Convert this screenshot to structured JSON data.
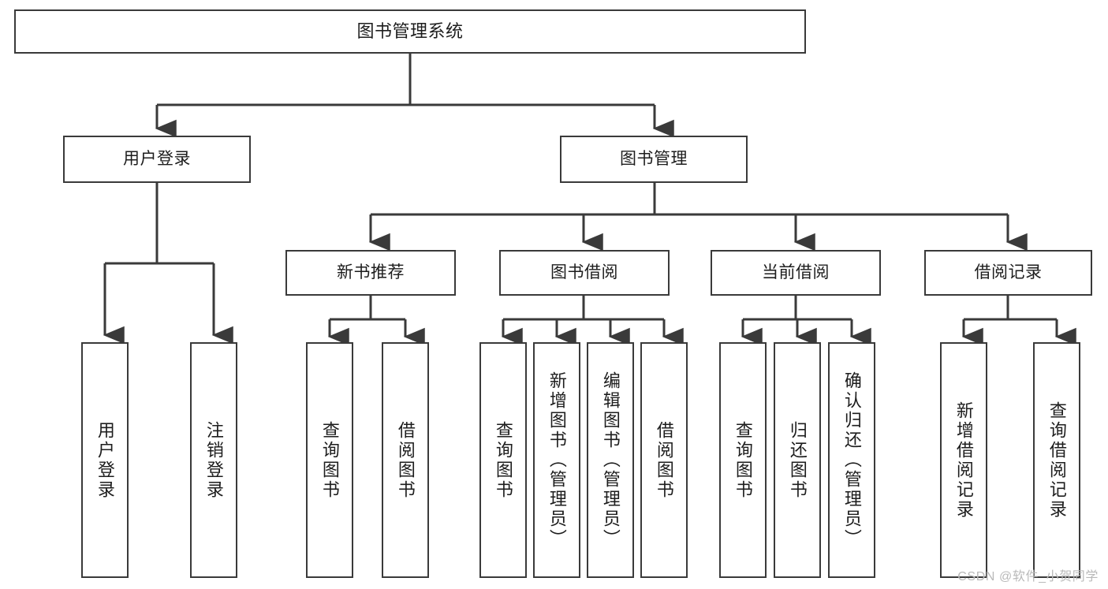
{
  "diagram": {
    "title": "图书管理系统",
    "watermark": "CSDN @软件_小贺同学",
    "colors": {
      "stroke": "#3a3a3a",
      "box_fill": "#ffffff",
      "text": "#1d1d1d",
      "watermark": "#b9b9b9",
      "background": "#ffffff"
    },
    "root": {
      "label": "图书管理系统"
    },
    "level1": [
      {
        "label": "用户登录"
      },
      {
        "label": "图书管理"
      }
    ],
    "level2": [
      {
        "label": "新书推荐"
      },
      {
        "label": "图书借阅"
      },
      {
        "label": "当前借阅"
      },
      {
        "label": "借阅记录"
      }
    ],
    "leaves": {
      "user_login": [
        {
          "label": "用户登录"
        },
        {
          "label": "注销登录"
        }
      ],
      "new_book": [
        {
          "label": "查询图书"
        },
        {
          "label": "借阅图书"
        }
      ],
      "borrow": [
        {
          "label": "查询图书"
        },
        {
          "label": "新增图书（管理员）"
        },
        {
          "label": "编辑图书（管理员）"
        },
        {
          "label": "借阅图书"
        }
      ],
      "current": [
        {
          "label": "查询图书"
        },
        {
          "label": "归还图书"
        },
        {
          "label": "确认归还（管理员）"
        }
      ],
      "records": [
        {
          "label": "新增借阅记录"
        },
        {
          "label": "查询借阅记录"
        }
      ]
    }
  }
}
